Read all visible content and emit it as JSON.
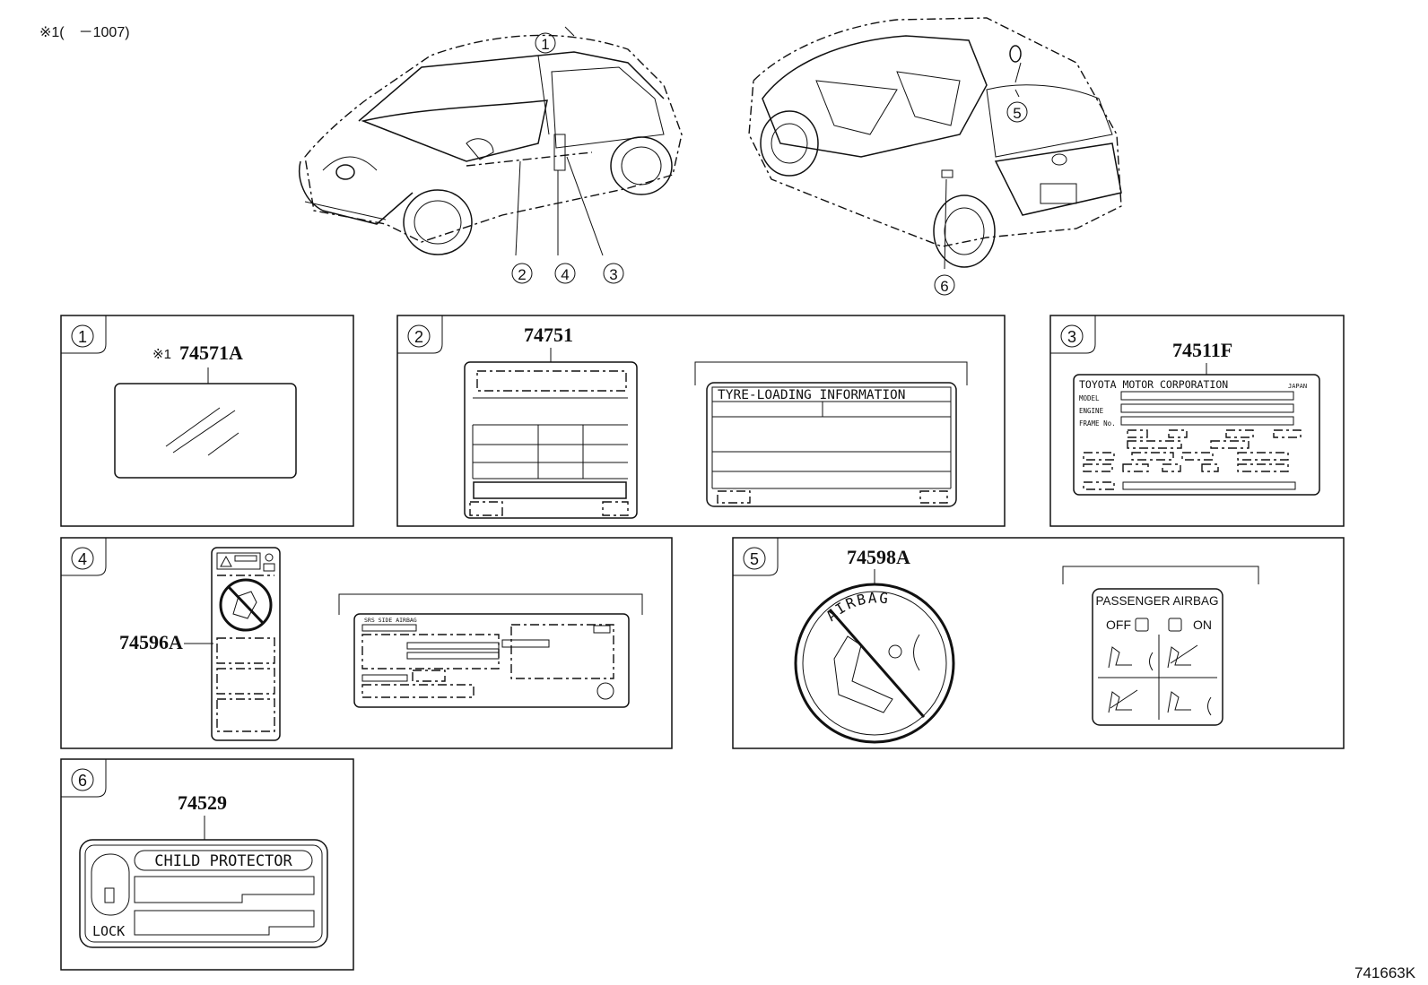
{
  "header": {
    "note": "※1(　－1007)"
  },
  "footer": {
    "code": "741663K"
  },
  "callouts": {
    "c1": "1",
    "c2": "2",
    "c3": "3",
    "c4": "4",
    "c5": "5",
    "c6": "6"
  },
  "panels": {
    "p1": {
      "num": "1",
      "mark": "※1",
      "part": "74571A"
    },
    "p2": {
      "num": "2",
      "part": "74751",
      "tyre_title": "TYRE-LOADING INFORMATION"
    },
    "p3": {
      "num": "3",
      "part": "74511F",
      "corp": "TOYOTA MOTOR CORPORATION",
      "japan": "JAPAN",
      "model": "MODEL",
      "engine": "ENGINE",
      "frame": "FRAME No."
    },
    "p4": {
      "num": "4",
      "part": "74596A",
      "side_airbag": "SRS SIDE AIRBAG"
    },
    "p5": {
      "num": "5",
      "part": "74598A",
      "airbag": "AIRBAG",
      "passenger": "PASSENGER AIRBAG",
      "off": "OFF",
      "on": "ON"
    },
    "p6": {
      "num": "6",
      "part": "74529",
      "child": "CHILD PROTECTOR",
      "lock": "LOCK"
    }
  }
}
